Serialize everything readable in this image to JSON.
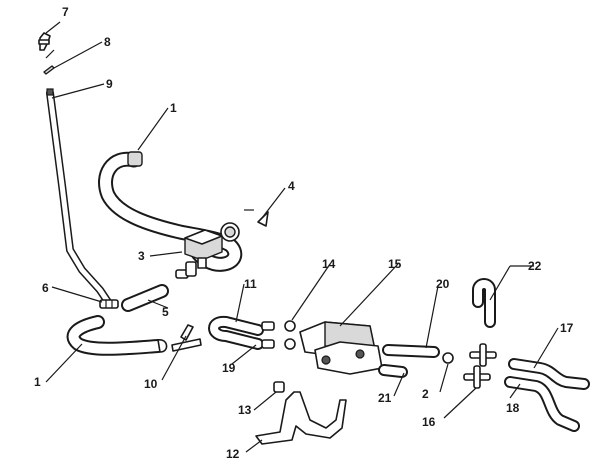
{
  "diagram": {
    "type": "exploded-parts-diagram",
    "callouts": [
      {
        "id": "c7",
        "label": "7"
      },
      {
        "id": "c8",
        "label": "8"
      },
      {
        "id": "c9",
        "label": "9"
      },
      {
        "id": "c1a",
        "label": "1"
      },
      {
        "id": "c4",
        "label": "4"
      },
      {
        "id": "c3",
        "label": "3"
      },
      {
        "id": "c6",
        "label": "6"
      },
      {
        "id": "c5",
        "label": "5"
      },
      {
        "id": "c1b",
        "label": "1"
      },
      {
        "id": "c10",
        "label": "10"
      },
      {
        "id": "c11",
        "label": "11"
      },
      {
        "id": "c19",
        "label": "19"
      },
      {
        "id": "c14",
        "label": "14"
      },
      {
        "id": "c15",
        "label": "15"
      },
      {
        "id": "c20",
        "label": "20"
      },
      {
        "id": "c21",
        "label": "21"
      },
      {
        "id": "c22",
        "label": "22"
      },
      {
        "id": "c2",
        "label": "2"
      },
      {
        "id": "c16",
        "label": "16"
      },
      {
        "id": "c17",
        "label": "17"
      },
      {
        "id": "c18",
        "label": "18"
      },
      {
        "id": "c13",
        "label": "13"
      },
      {
        "id": "c12",
        "label": "12"
      }
    ]
  }
}
